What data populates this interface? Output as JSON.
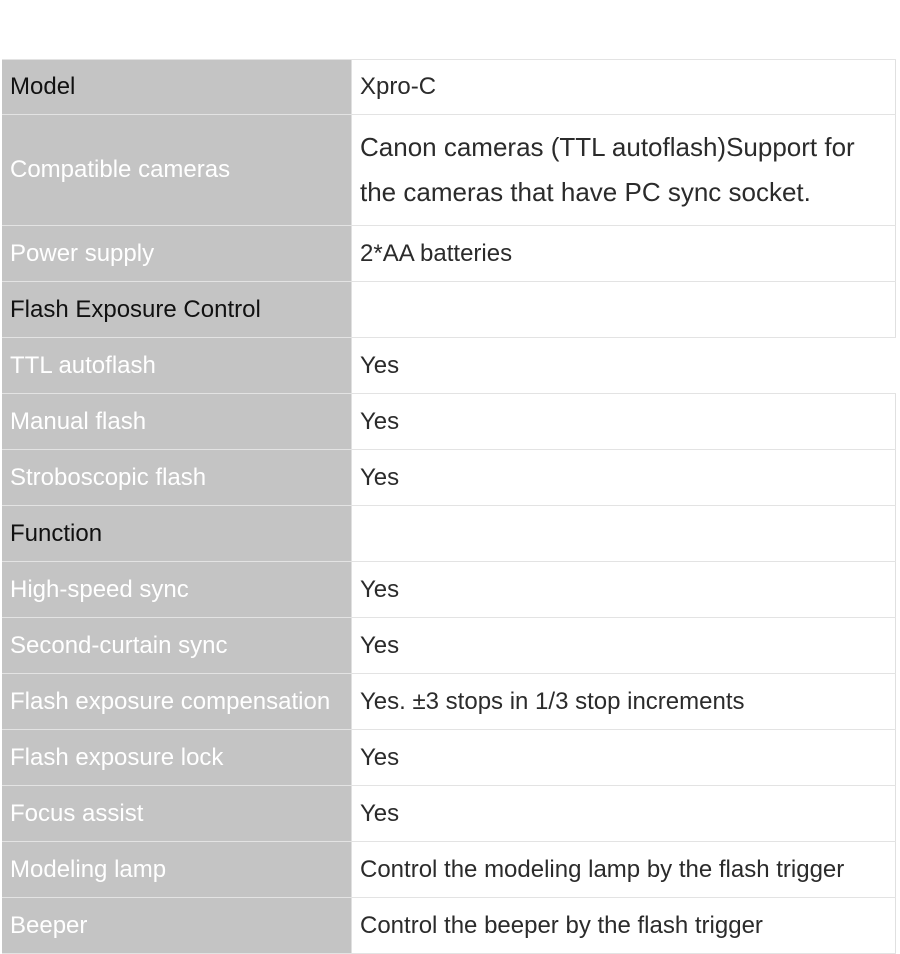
{
  "spec_table": {
    "rows": [
      {
        "label": "Model",
        "value": "Xpro-C",
        "header": true
      },
      {
        "label": "Compatible cameras",
        "value": "Canon cameras (TTL autoflash)Support for the cameras that have PC sync socket."
      },
      {
        "label": "Power supply",
        "value": "2*AA batteries"
      },
      {
        "label": "Flash Exposure Control",
        "value": "",
        "header": true
      },
      {
        "label": "TTL autoflash",
        "value": "Yes"
      },
      {
        "label": "Manual flash",
        "value": "Yes"
      },
      {
        "label": "Stroboscopic flash",
        "value": "Yes"
      },
      {
        "label": "Function",
        "value": "",
        "header": true
      },
      {
        "label": "High-speed sync",
        "value": "Yes"
      },
      {
        "label": "Second-curtain sync",
        "value": "Yes"
      },
      {
        "label": "Flash exposure compensation",
        "value": "Yes. ±3 stops in 1/3 stop increments"
      },
      {
        "label": "Flash exposure lock",
        "value": "Yes"
      },
      {
        "label": "Focus assist",
        "value": "Yes"
      },
      {
        "label": "Modeling lamp",
        "value": "Control the modeling lamp by the flash trigger"
      },
      {
        "label": "Beeper",
        "value": "Control the beeper by the flash trigger"
      }
    ]
  },
  "colors": {
    "label_background": "#c4c4c4",
    "label_text": "#ffffff",
    "header_text": "#111111",
    "value_text": "#2b2b2b",
    "border": "#e3e3e3"
  }
}
